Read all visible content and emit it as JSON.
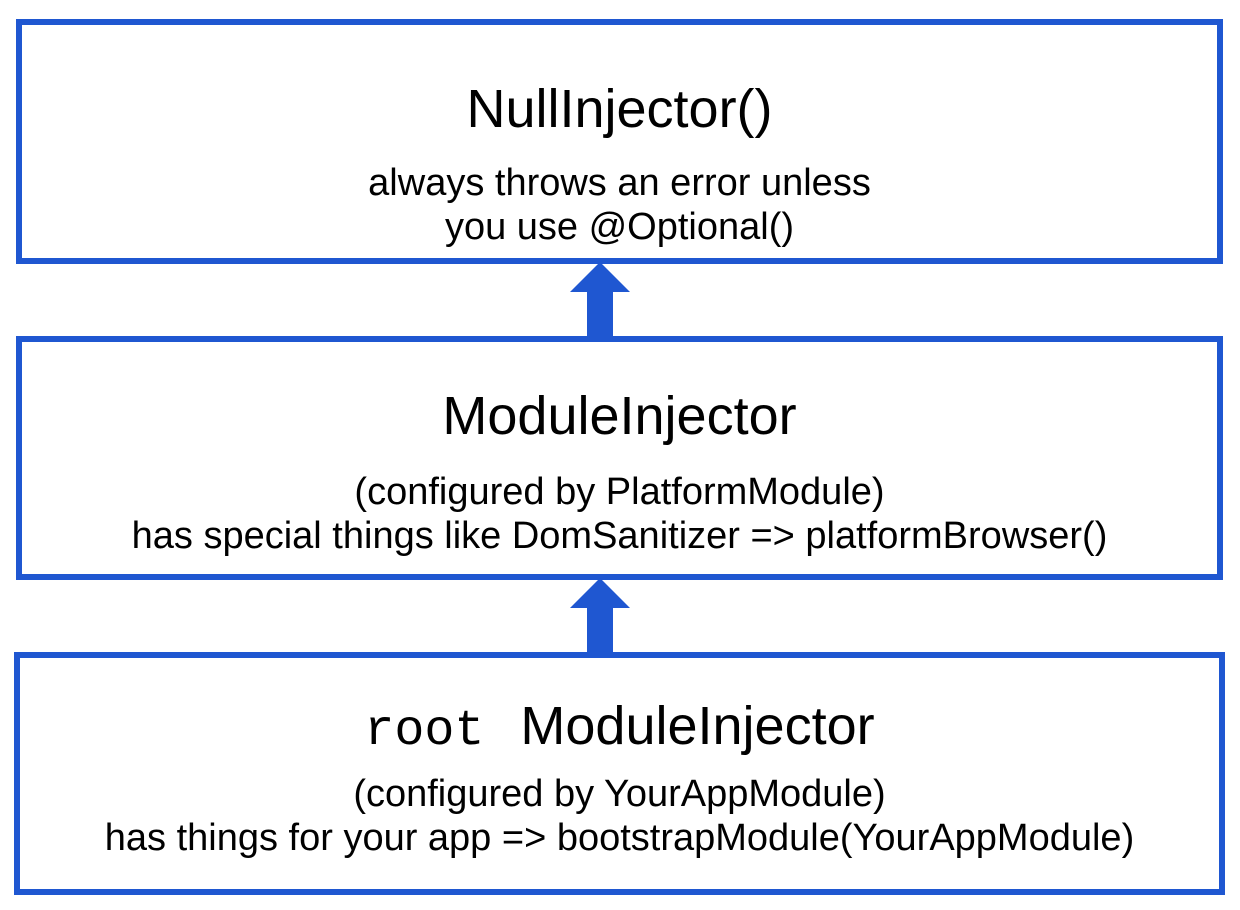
{
  "colors": {
    "box_border": "#1f57d1",
    "arrow": "#1f57d1",
    "text": "#000000",
    "background": "#ffffff"
  },
  "icons": {
    "connector": "arrow-up-icon"
  },
  "boxes": {
    "null_injector": {
      "title": "NullInjector()",
      "line1": "always throws an error unless",
      "line2": "you use @Optional()"
    },
    "module_injector": {
      "title": "ModuleInjector",
      "line1": "(configured by PlatformModule)",
      "line2": "has special things like DomSanitizer => platformBrowser()"
    },
    "root_module_injector": {
      "prefix": "root",
      "title": "ModuleInjector",
      "line1": "(configured by YourAppModule)",
      "line2": "has things for your app  => bootstrapModule(YourAppModule)"
    }
  }
}
